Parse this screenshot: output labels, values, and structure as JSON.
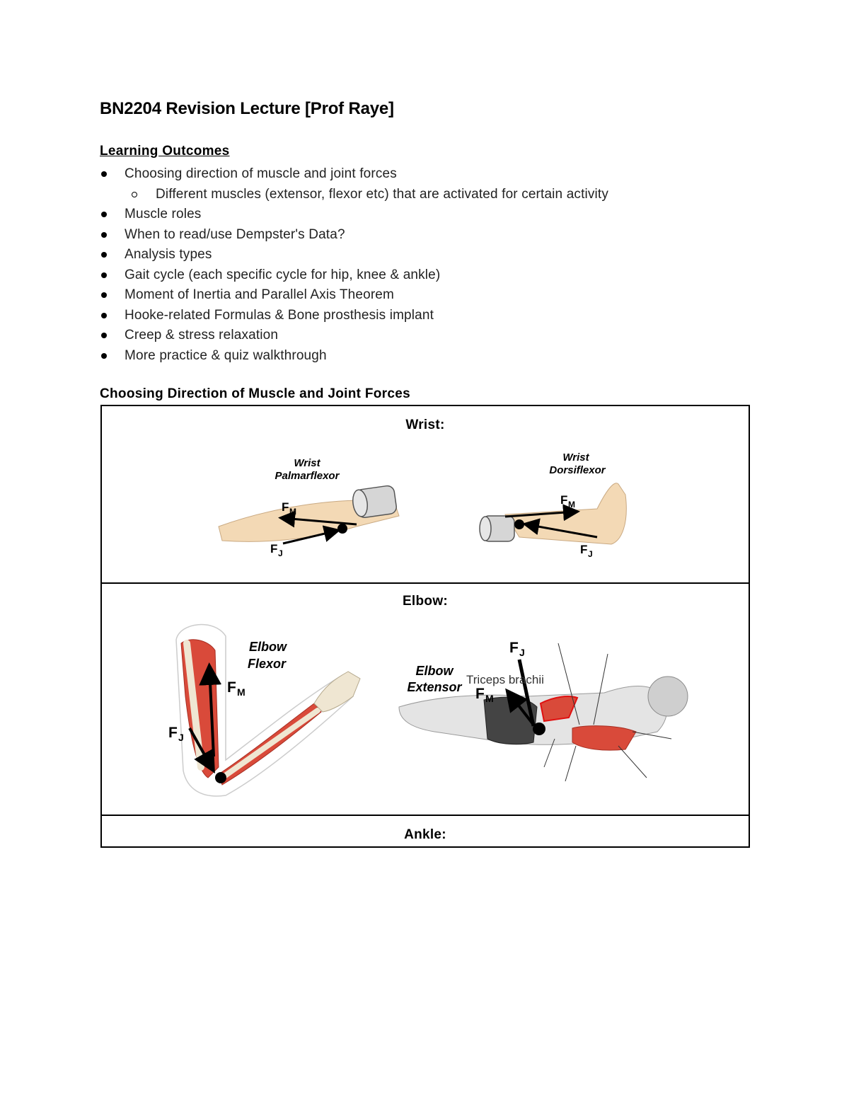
{
  "document": {
    "title": "BN2204 Revision Lecture [Prof Raye]",
    "learning_outcomes": {
      "heading": "Learning Outcomes",
      "items": [
        {
          "text": "Choosing direction of muscle and joint forces",
          "level": 1
        },
        {
          "text": "Different muscles (extensor, flexor etc) that are activated for certain activity",
          "level": 2
        },
        {
          "text": "Muscle roles",
          "level": 1
        },
        {
          "text": "When to read/use Dempster's Data?",
          "level": 1
        },
        {
          "text": "Analysis types",
          "level": 1
        },
        {
          "text": "Gait cycle  (each specific cycle for hip, knee & ankle)",
          "level": 1
        },
        {
          "text": "Moment of Inertia and Parallel Axis Theorem",
          "level": 1
        },
        {
          "text": "Hooke-related Formulas & Bone prosthesis implant",
          "level": 1
        },
        {
          "text": "Creep & stress relaxation",
          "level": 1
        },
        {
          "text": "More practice & quiz walkthrough",
          "level": 1
        }
      ]
    },
    "forces_section": {
      "heading": "Choosing Direction of Muscle and Joint Forces",
      "wrist": {
        "label": "Wrist:",
        "palmarflexor": {
          "name_line1": "Wrist",
          "name_line2": "Palmarflexor",
          "fm": "F",
          "fm_sub": "M",
          "fj": "F",
          "fj_sub": "J"
        },
        "dorsiflexor": {
          "name_line1": "Wrist",
          "name_line2": "Dorsiflexor",
          "fm": "F",
          "fm_sub": "M",
          "fj": "F",
          "fj_sub": "J"
        }
      },
      "elbow": {
        "label": "Elbow:",
        "flexor": {
          "name_line1": "Elbow",
          "name_line2": "Flexor",
          "fm": "F",
          "fm_sub": "M",
          "fj": "F",
          "fj_sub": "J"
        },
        "extensor": {
          "name_line1": "Elbow",
          "name_line2": "Extensor",
          "muscle": "Triceps brachii",
          "fm": "F",
          "fm_sub": "M",
          "fj": "F",
          "fj_sub": "J"
        }
      },
      "ankle": {
        "label": "Ankle:"
      }
    }
  }
}
